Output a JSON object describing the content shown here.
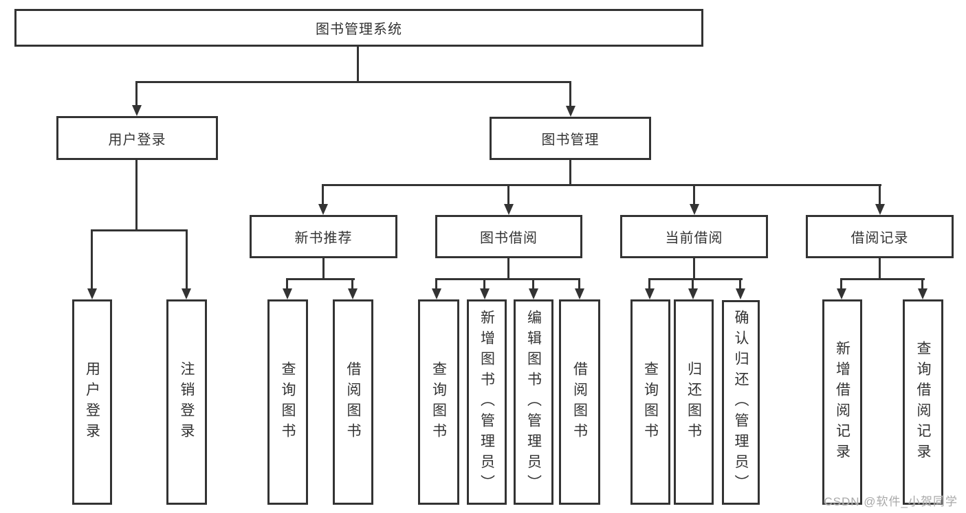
{
  "tree": {
    "root": {
      "label": "图书管理系统"
    },
    "branches": [
      {
        "label": "用户登录",
        "children": [
          {
            "label": "用户登录"
          },
          {
            "label": "注销登录"
          }
        ]
      },
      {
        "label": "图书管理",
        "groups": [
          {
            "label": "新书推荐",
            "children": [
              {
                "label": "查询图书"
              },
              {
                "label": "借阅图书"
              }
            ]
          },
          {
            "label": "图书借阅",
            "children": [
              {
                "label": "查询图书"
              },
              {
                "label": "新增图书（管理员）"
              },
              {
                "label": "编辑图书（管理员）"
              },
              {
                "label": "借阅图书"
              }
            ]
          },
          {
            "label": "当前借阅",
            "children": [
              {
                "label": "查询图书"
              },
              {
                "label": "归还图书"
              },
              {
                "label": "确认归还（管理员）"
              }
            ]
          },
          {
            "label": "借阅记录",
            "children": [
              {
                "label": "新增借阅记录"
              },
              {
                "label": "查询借阅记录"
              }
            ]
          }
        ]
      }
    ]
  },
  "watermark": {
    "text": "CSDN @软件_小贺同学"
  },
  "colors": {
    "line": "#333333",
    "background": "#ffffff",
    "watermark_text": "#a9a9a9"
  }
}
